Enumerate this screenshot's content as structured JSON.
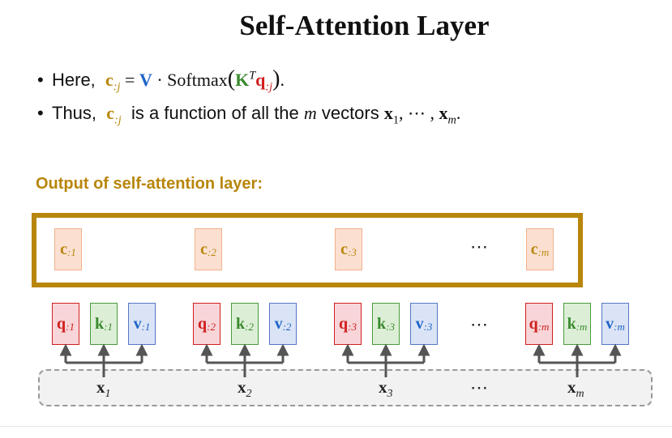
{
  "title": "Self-Attention Layer",
  "bullets": {
    "b1_prefix": "Here,",
    "b2_prefix": "Thus,",
    "b2_mid": "is a function of all the",
    "b2_m": "m",
    "b2_vectors": "vectors",
    "eq_rhs": "= ",
    "softmax": "Softmax"
  },
  "output_label": "Output of self-attention layer:",
  "ellipsis": "⋯",
  "c_cells": [
    {
      "sym": "c",
      "sub": ":1"
    },
    {
      "sym": "c",
      "sub": ":2"
    },
    {
      "sym": "c",
      "sub": ":3"
    },
    {
      "sym": "c",
      "sub": ":m"
    }
  ],
  "groups": [
    {
      "q": "q",
      "qs": ":1",
      "k": "k",
      "ks": ":1",
      "v": "v",
      "vs": ":1",
      "x": "x",
      "xs": "1"
    },
    {
      "q": "q",
      "qs": ":2",
      "k": "k",
      "ks": ":2",
      "v": "v",
      "vs": ":2",
      "x": "x",
      "xs": "2"
    },
    {
      "q": "q",
      "qs": ":3",
      "k": "k",
      "ks": ":3",
      "v": "v",
      "vs": ":3",
      "x": "x",
      "xs": "3"
    },
    {
      "q": "q",
      "qs": ":m",
      "k": "k",
      "ks": ":m",
      "v": "v",
      "vs": ":m",
      "x": "x",
      "xs": "m"
    }
  ],
  "colors": {
    "gold": "#b8860b",
    "red": "#d11f1f",
    "green": "#3a8a2e",
    "blue": "#1e64c8",
    "arrow": "#555555"
  }
}
